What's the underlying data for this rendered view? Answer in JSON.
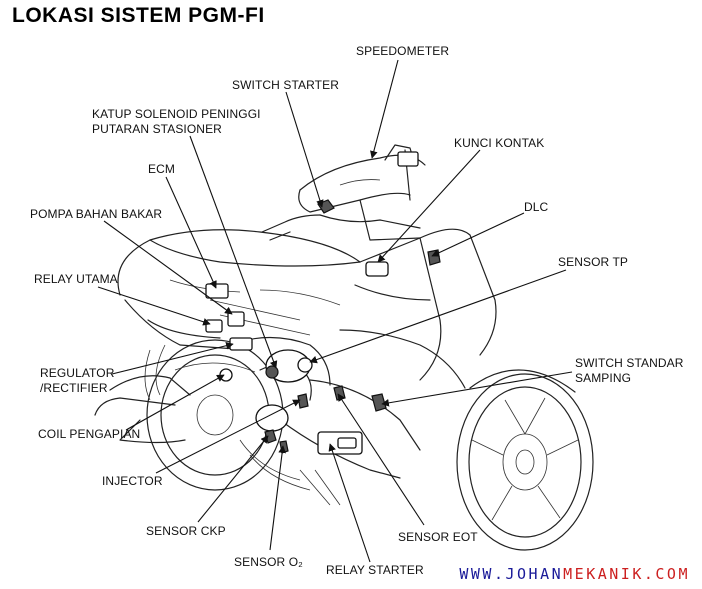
{
  "title": "LOKASI SISTEM PGM-FI",
  "labels": {
    "speedometer": "SPEEDOMETER",
    "switch_starter": "SWITCH STARTER",
    "katup_line1": "KATUP SOLENOID PENINGGI",
    "katup_line2": "PUTARAN STASIONER",
    "kunci_kontak": "KUNCI KONTAK",
    "ecm": "ECM",
    "dlc": "DLC",
    "pompa_bahan_bakar": "POMPA BAHAN BAKAR",
    "sensor_tp": "SENSOR TP",
    "relay_utama": "RELAY UTAMA",
    "switch_standar_line1": "SWITCH STANDAR",
    "switch_standar_line2": "SAMPING",
    "regulator_line1": "REGULATOR",
    "regulator_line2": "/RECTIFIER",
    "coil_pengapian": "COIL PENGAPIAN",
    "injector": "INJECTOR",
    "sensor_ckp": "SENSOR CKP",
    "sensor_eot": "SENSOR EOT",
    "sensor_o2": "SENSOR O₂",
    "relay_starter": "RELAY STARTER"
  },
  "watermark": {
    "part1": "WWW.JOHAN",
    "part2": "MEKANIK.COM",
    "color1": "#1a1a99",
    "color2": "#cc1f1f"
  }
}
